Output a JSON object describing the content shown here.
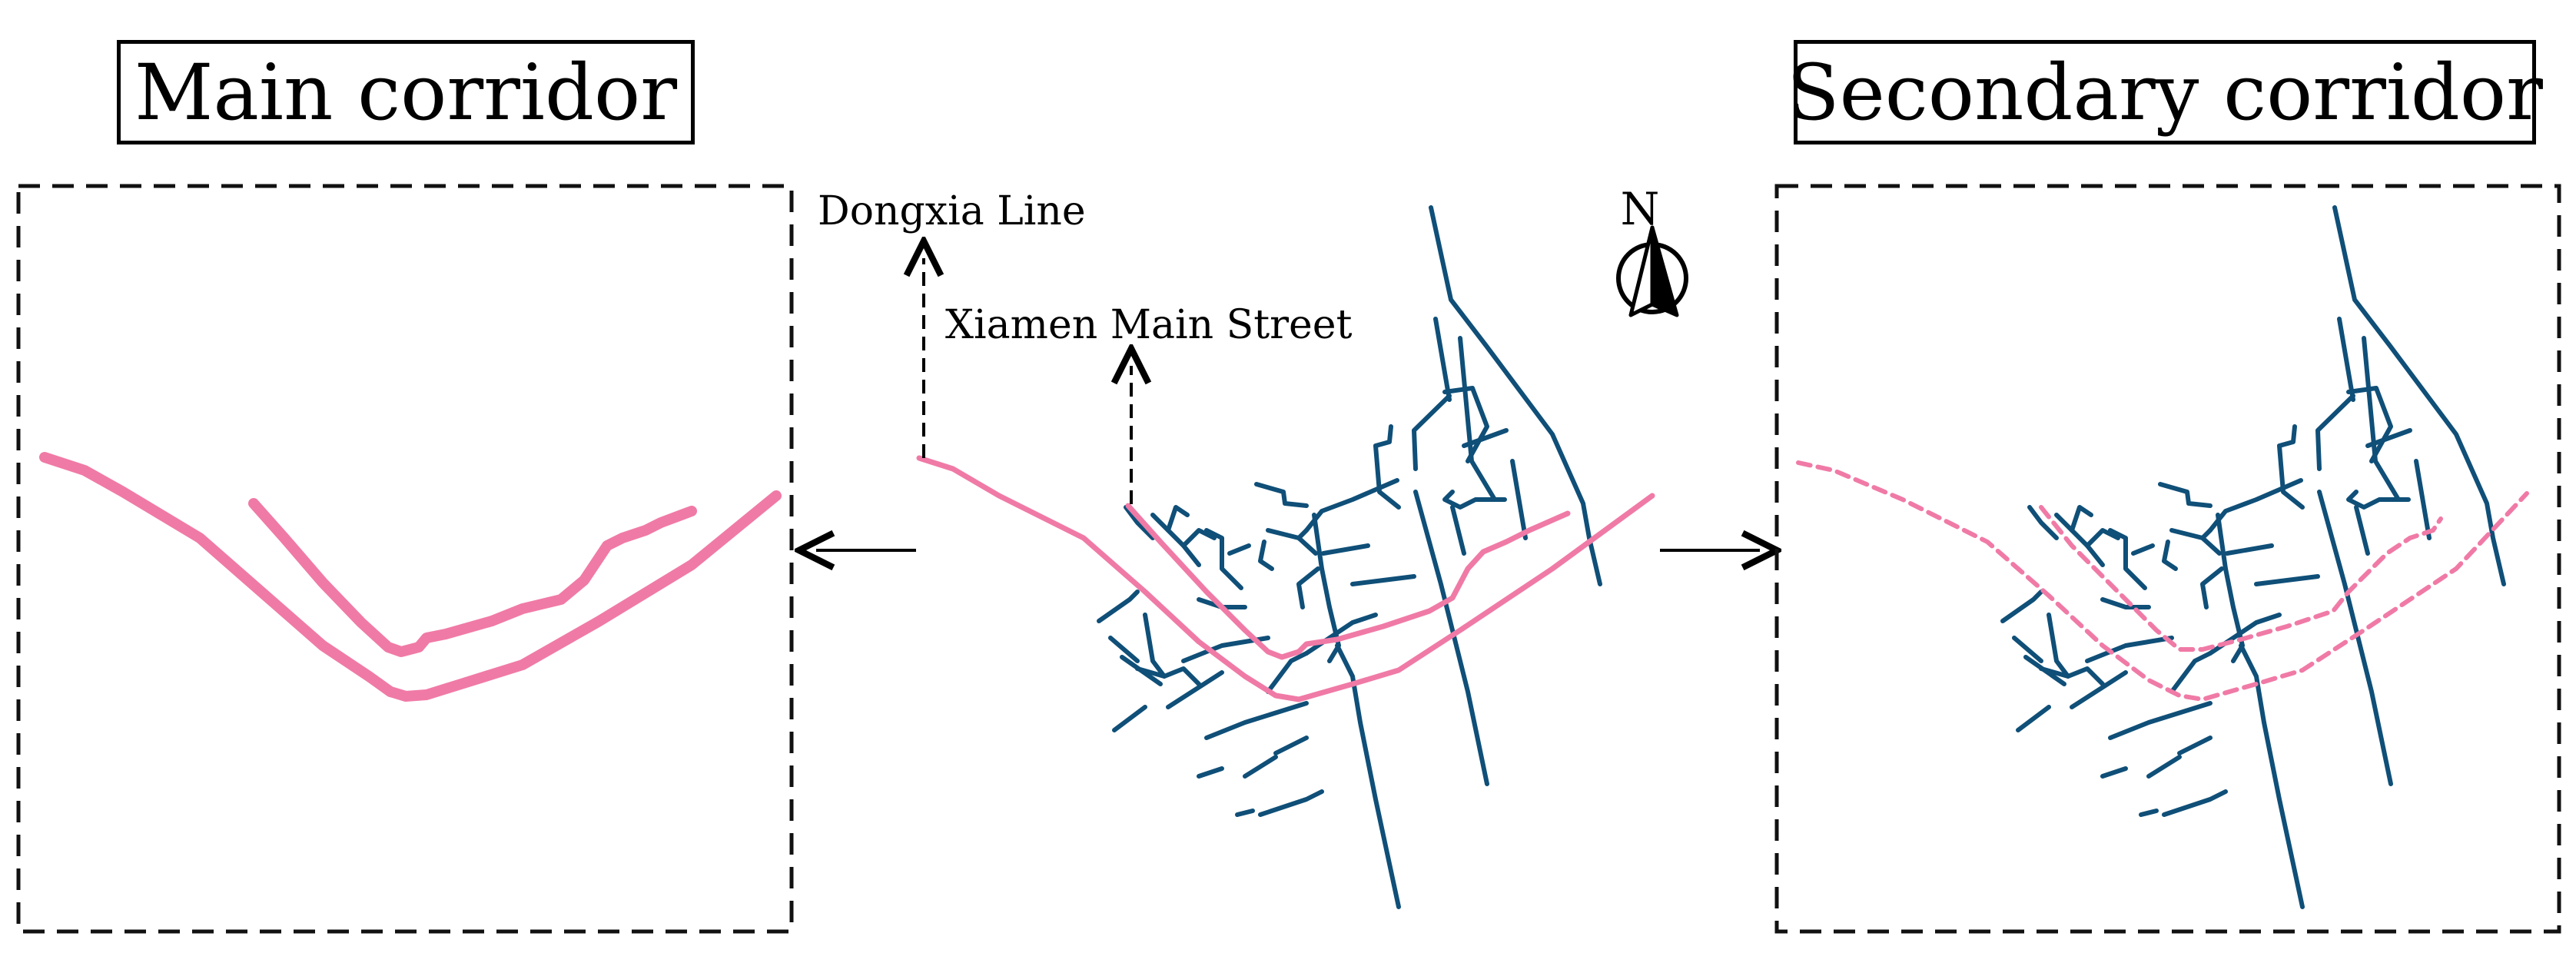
{
  "titles": {
    "main": "Main corridor",
    "secondary": "Secondary corridor"
  },
  "labels": {
    "line1": "Dongxia Line",
    "line2": "Xiamen Main Street",
    "north": "N"
  },
  "icons": {
    "north_arrow": "compass-north-icon",
    "arrow_left": "arrow-left-icon",
    "arrow_right": "arrow-right-icon"
  },
  "colors": {
    "corridor": "#f07aa6",
    "network": "#0f4f78",
    "frame": "#111111"
  }
}
